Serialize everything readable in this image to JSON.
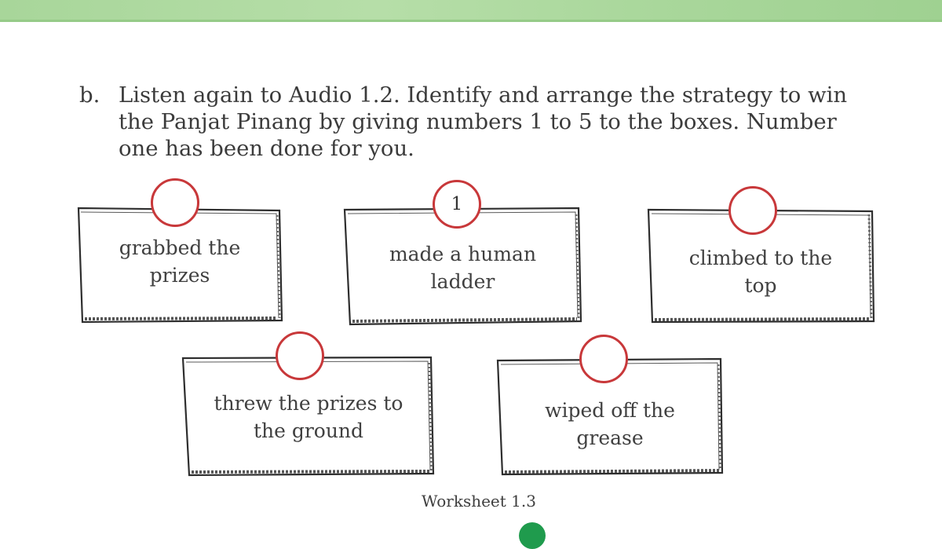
{
  "instruction": {
    "marker": "b.",
    "text": "Listen again to Audio 1.2. Identify and arrange the strategy to win the Panjat Pinang by giving numbers 1 to 5 to the boxes. Number one has been done for you."
  },
  "cards": [
    {
      "label_line1": "grabbed the",
      "label_line2": "prizes",
      "number": ""
    },
    {
      "label_line1": "made a human",
      "label_line2": "ladder",
      "number": "1"
    },
    {
      "label_line1": "climbed to the",
      "label_line2": "top",
      "number": ""
    },
    {
      "label_line1": "threw the prizes to",
      "label_line2": "the ground",
      "number": ""
    },
    {
      "label_line1": "wiped off the",
      "label_line2": "grease",
      "number": ""
    }
  ],
  "caption": "Worksheet 1.3",
  "colors": {
    "circle_border": "#c8383a",
    "header_band": "#a8d69a",
    "frame": "#2e2e2e"
  }
}
